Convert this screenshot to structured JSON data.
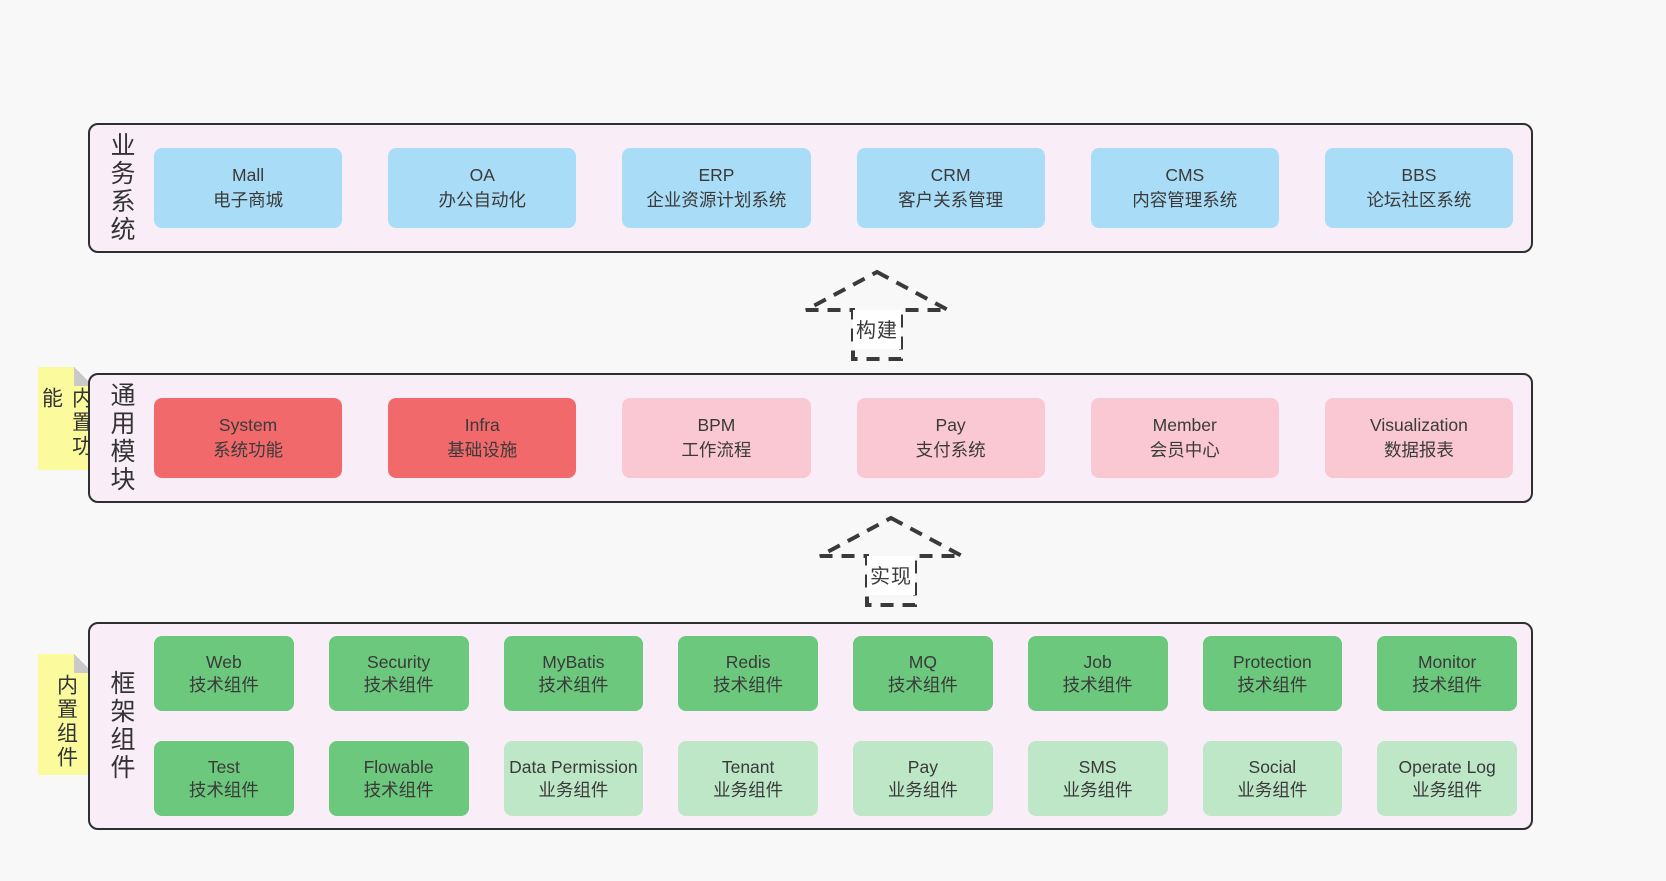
{
  "colors": {
    "page_bg": "#f8f8f8",
    "container_bg": "#f9eef8",
    "container_border": "#2f2f2f",
    "blue_box": "#a9dcf6",
    "red_box": "#f2696c",
    "pink_box": "#fac8d2",
    "green_box": "#6bc87c",
    "light_green_box": "#bee7c8",
    "sticky_yellow": "#fbfa9d",
    "fold_gray": "#c9c9c9",
    "text": "#3a3a3a"
  },
  "sections": {
    "business": {
      "label": "业务系统",
      "items": [
        {
          "name": "Mall",
          "desc": "电子商城",
          "variant": "blue"
        },
        {
          "name": "OA",
          "desc": "办公自动化",
          "variant": "blue"
        },
        {
          "name": "ERP",
          "desc": "企业资源计划系统",
          "variant": "blue"
        },
        {
          "name": "CRM",
          "desc": "客户关系管理",
          "variant": "blue"
        },
        {
          "name": "CMS",
          "desc": "内容管理系统",
          "variant": "blue"
        },
        {
          "name": "BBS",
          "desc": "论坛社区系统",
          "variant": "blue"
        }
      ]
    },
    "modules": {
      "label": "通用模块",
      "sticky": "内置功能",
      "items": [
        {
          "name": "System",
          "desc": "系统功能",
          "variant": "red"
        },
        {
          "name": "Infra",
          "desc": "基础设施",
          "variant": "red"
        },
        {
          "name": "BPM",
          "desc": "工作流程",
          "variant": "pink"
        },
        {
          "name": "Pay",
          "desc": "支付系统",
          "variant": "pink"
        },
        {
          "name": "Member",
          "desc": "会员中心",
          "variant": "pink"
        },
        {
          "name": "Visualization",
          "desc": "数据报表",
          "variant": "pink"
        }
      ]
    },
    "components": {
      "label": "框架组件",
      "sticky": "内置组件",
      "rows": [
        [
          {
            "name": "Web",
            "desc": "技术组件",
            "variant": "green"
          },
          {
            "name": "Security",
            "desc": "技术组件",
            "variant": "green"
          },
          {
            "name": "MyBatis",
            "desc": "技术组件",
            "variant": "green"
          },
          {
            "name": "Redis",
            "desc": "技术组件",
            "variant": "green"
          },
          {
            "name": "MQ",
            "desc": "技术组件",
            "variant": "green"
          },
          {
            "name": "Job",
            "desc": "技术组件",
            "variant": "green"
          },
          {
            "name": "Protection",
            "desc": "技术组件",
            "variant": "green"
          },
          {
            "name": "Monitor",
            "desc": "技术组件",
            "variant": "green"
          }
        ],
        [
          {
            "name": "Test",
            "desc": "技术组件",
            "variant": "green"
          },
          {
            "name": "Flowable",
            "desc": "技术组件",
            "variant": "green"
          },
          {
            "name": "Data Permission",
            "desc": "业务组件",
            "variant": "lightgreen"
          },
          {
            "name": "Tenant",
            "desc": "业务组件",
            "variant": "lightgreen"
          },
          {
            "name": "Pay",
            "desc": "业务组件",
            "variant": "lightgreen"
          },
          {
            "name": "SMS",
            "desc": "业务组件",
            "variant": "lightgreen"
          },
          {
            "name": "Social",
            "desc": "业务组件",
            "variant": "lightgreen"
          },
          {
            "name": "Operate Log",
            "desc": "业务组件",
            "variant": "lightgreen"
          }
        ]
      ]
    }
  },
  "arrows": [
    {
      "label": "构建"
    },
    {
      "label": "实现"
    }
  ]
}
